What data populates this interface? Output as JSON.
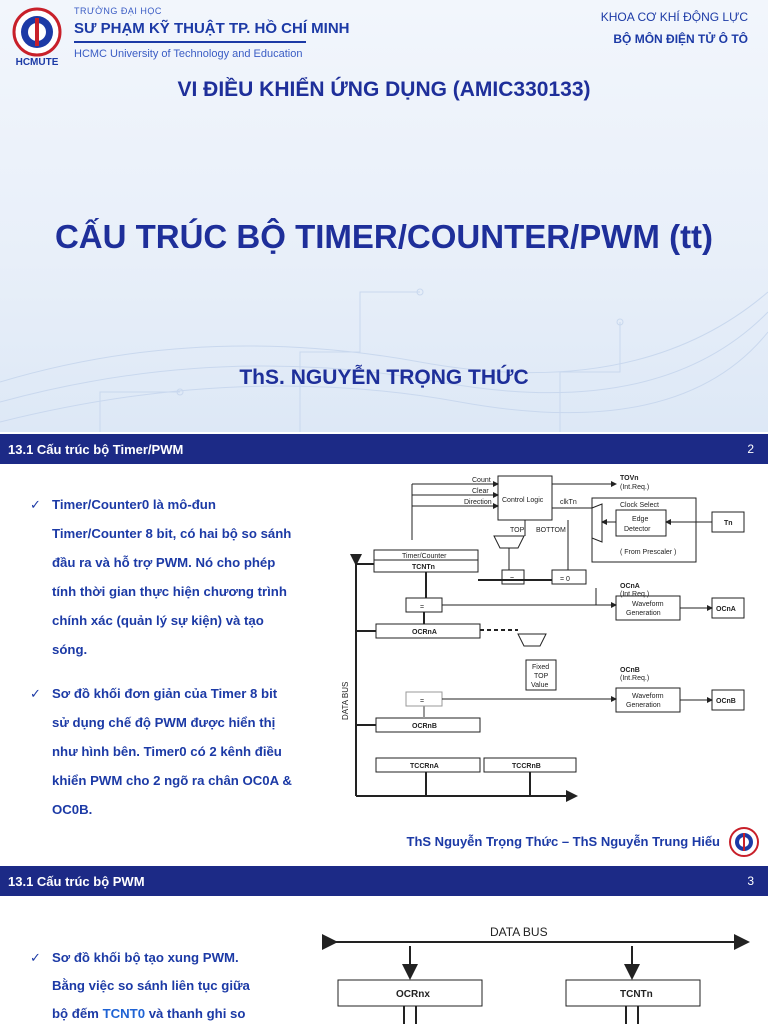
{
  "slide1": {
    "uni_small": "TRƯỜNG ĐẠI HỌC",
    "uni_main": "SƯ PHẠM KỸ THUẬT TP. HỒ CHÍ MINH",
    "uni_en": "HCMC University of Technology and Education",
    "logo_text": "HCMUTE",
    "faculty": "KHOA CƠ KHÍ ĐỘNG LỰC",
    "department": "BỘ MÔN ĐIỆN TỬ Ô TÔ",
    "course": "VI ĐIỀU KHIỂN ỨNG DỤNG (AMIC330133)",
    "title": "CẤU TRÚC BỘ TIMER/COUNTER/PWM (tt)",
    "author": "ThS. NGUYỄN TRỌNG THỨC"
  },
  "slide2": {
    "header": "13.1 Cấu trúc bộ Timer/PWM",
    "page_number": "2",
    "bullet1_lines": [
      "Timer/Counter0 là mô-đun",
      "Timer/Counter 8 bit, có hai bộ so sánh",
      "đầu ra và hỗ trợ PWM. Nó cho phép",
      "tính thời gian thực hiện chương trình",
      "chính xác (quản lý sự kiện) và tạo",
      "sóng."
    ],
    "bullet2_lines": [
      "Sơ đồ khối đơn giản của Timer 8 bit",
      "sử dụng chế độ PWM được hiển thị",
      "như hình bên. Timer0 có 2 kênh điều",
      "khiển PWM cho 2 ngõ ra chân OC0A &",
      "OC0B."
    ],
    "footer": "ThS Nguyễn Trọng Thức – ThS Nguyễn Trung Hiếu",
    "diagram": {
      "count": "Count",
      "clear": "Clear",
      "direction": "Direction",
      "control_logic": "Control Logic",
      "clk": "clkTn",
      "tovn": "TOVn",
      "tovn_sub": "(Int.Req.)",
      "clock_select": "Clock Select",
      "edge1": "Edge",
      "edge2": "Detector",
      "tn": "Tn",
      "prescaler": "( From Prescaler )",
      "top": "TOP",
      "bottom": "BOTTOM",
      "timer_counter": "Timer/Counter",
      "tcntn": "TCNTn",
      "eq": "=",
      "eq0": "= 0",
      "ocna_flag": "OCnA",
      "ocnb_flag": "OCnB",
      "int_req": "(Int.Req.)",
      "waveform1": "Waveform",
      "waveform2": "Generation",
      "ocna": "OCnA",
      "ocnb": "OCnB",
      "ocrna": "OCRnA",
      "ocrnb": "OCRnB",
      "fixed1": "Fixed",
      "fixed2": "TOP",
      "fixed3": "Value",
      "data_bus": "DATA BUS",
      "tccrna": "TCCRnA",
      "tccrnb": "TCCRnB"
    }
  },
  "slide3": {
    "header": "13.1 Cấu trúc bộ PWM",
    "page_number": "3",
    "line1": "Sơ đồ khối bộ tạo xung PWM.",
    "line2": "Bằng việc so sánh liên tục giữa",
    "line3_pre": "bộ đếm ",
    "line3_hl": "TCNT0",
    "line3_post": " và thanh ghi so",
    "diagram": {
      "data_bus": "DATA BUS",
      "ocrnx": "OCRnx",
      "tcntn": "TCNTn"
    }
  },
  "colors": {
    "header_bar": "#1c2a86",
    "title_text": "#1e2f9a",
    "body_text": "#1c3aa6",
    "highlight": "#1f63d4"
  }
}
